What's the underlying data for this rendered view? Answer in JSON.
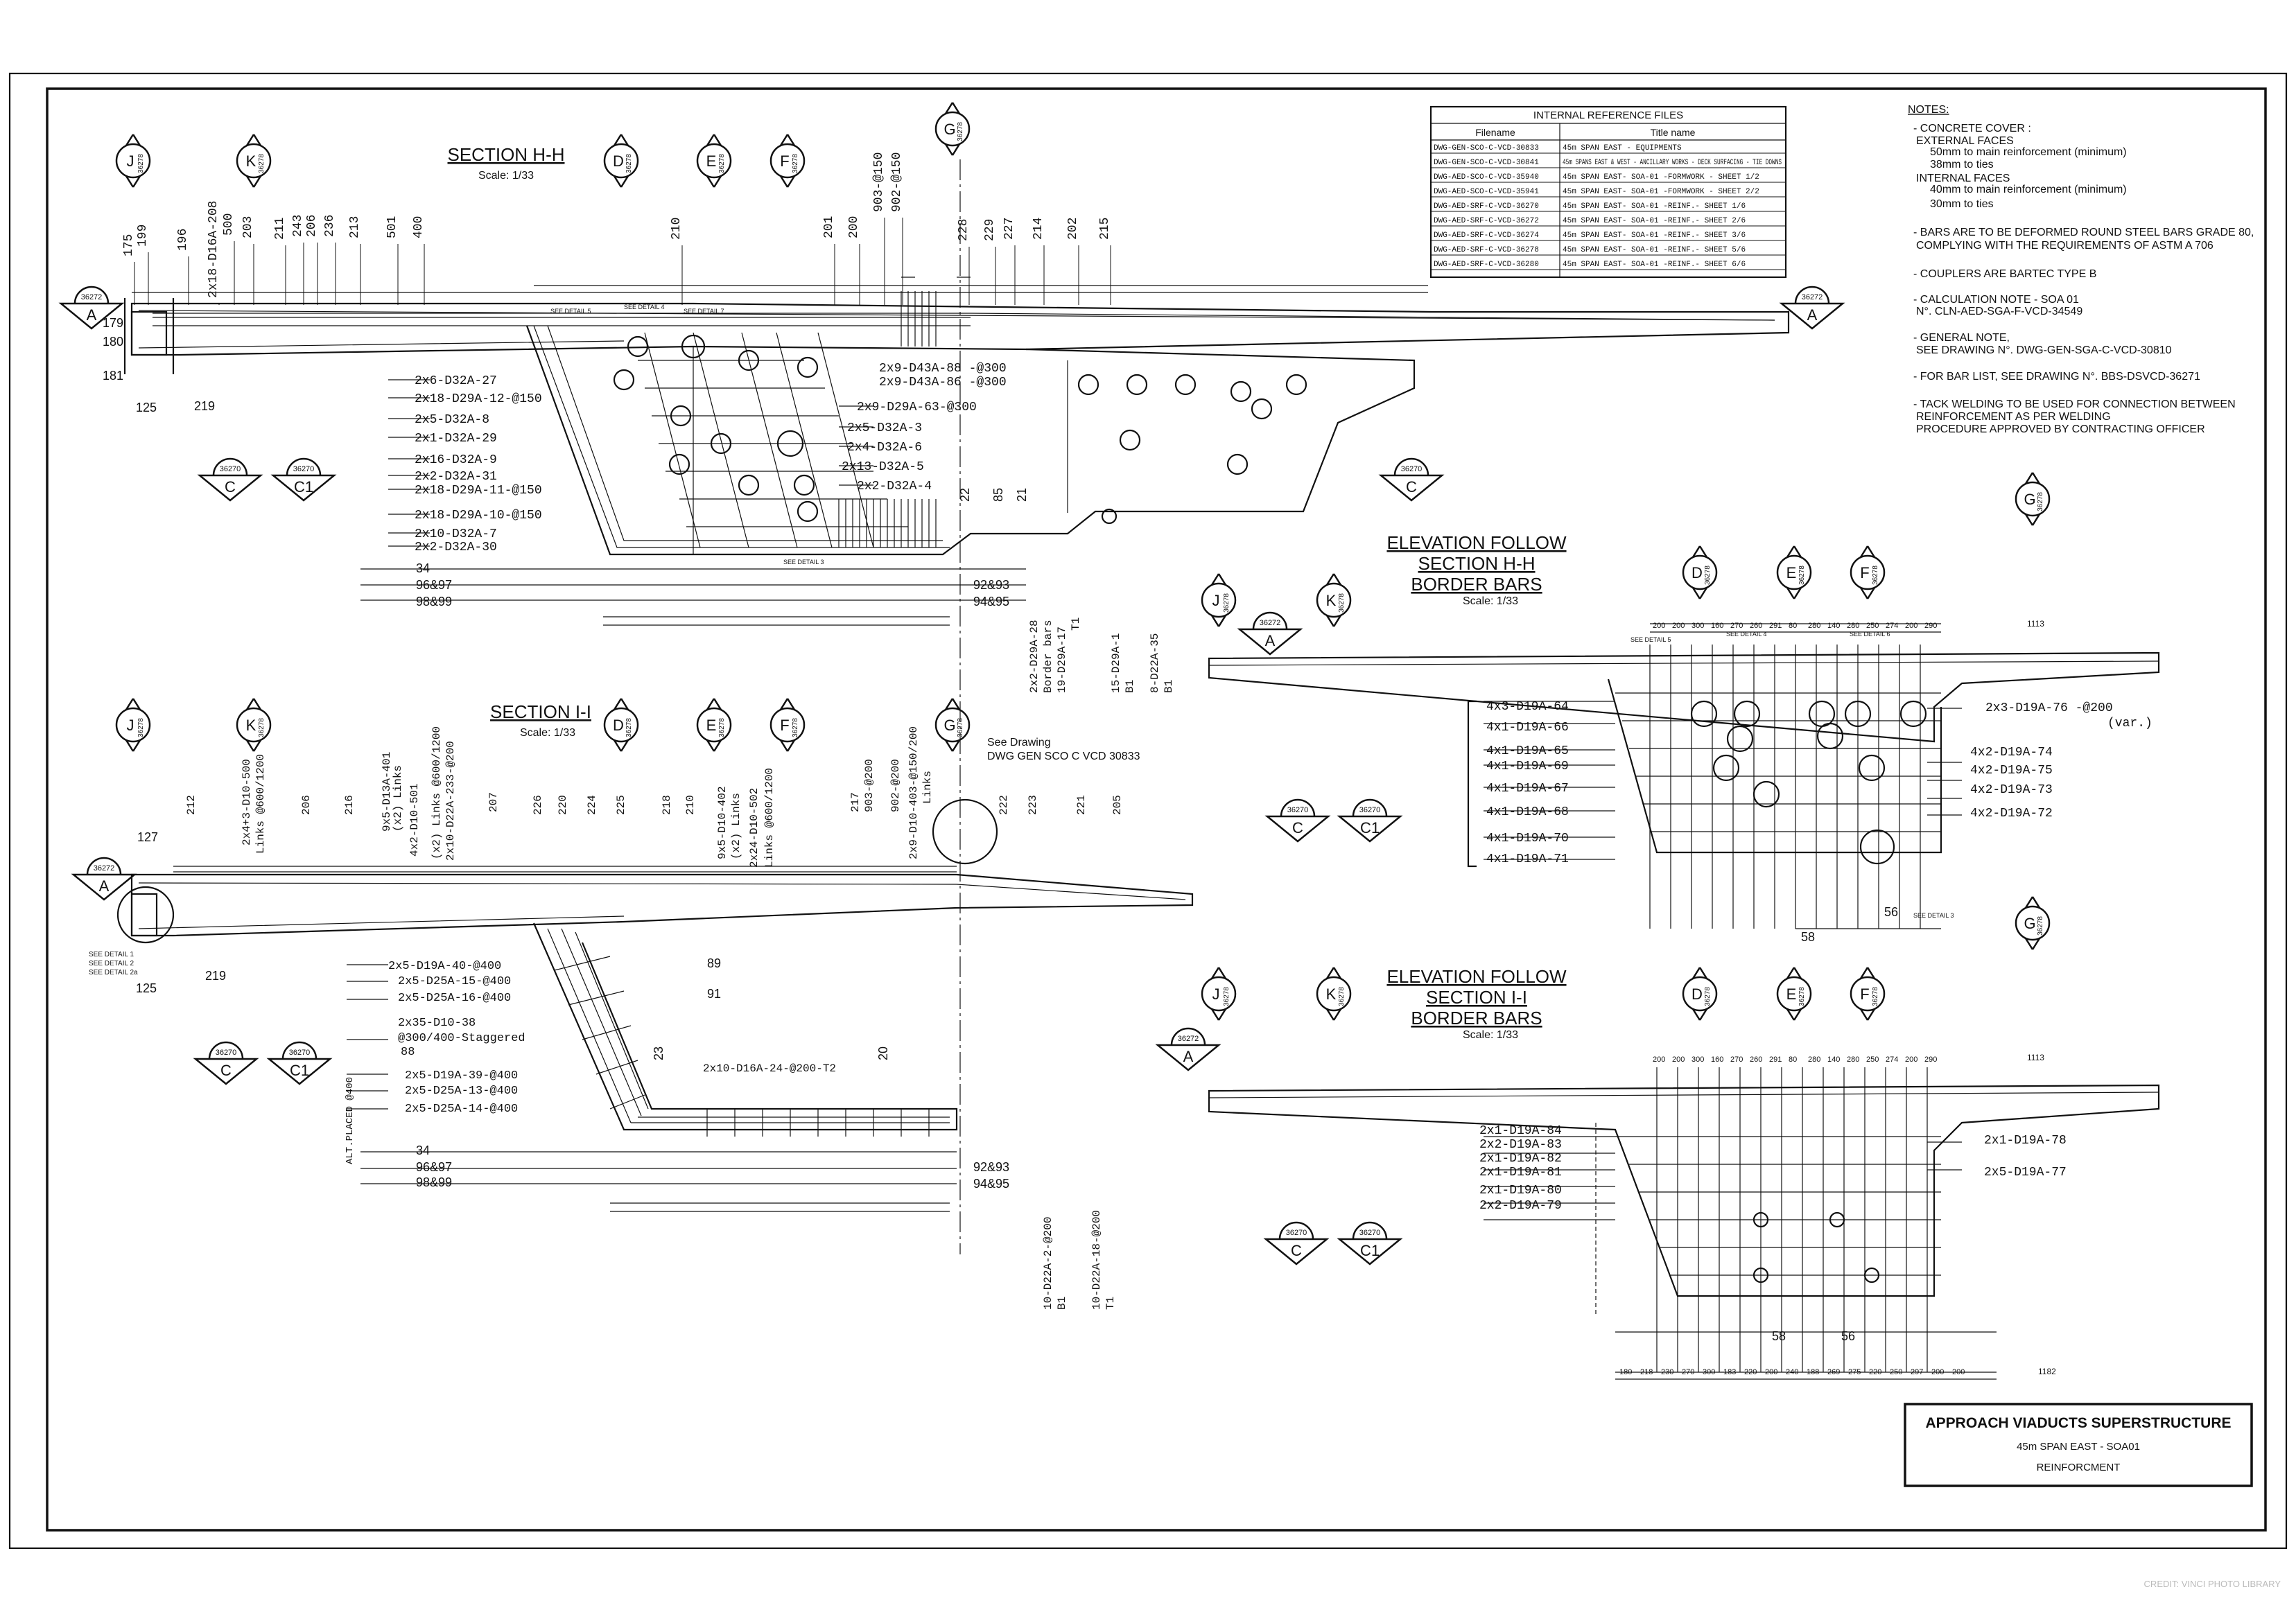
{
  "reference_table": {
    "title": "INTERNAL REFERENCE FILES",
    "headers": [
      "Filename",
      "Title name"
    ],
    "rows": [
      [
        "DWG-GEN-SCO-C-VCD-30833",
        "45m SPAN EAST - EQUIPMENTS"
      ],
      [
        "DWG-GEN-SCO-C-VCD-30841",
        "45m SPANS EAST & WEST - ANCILLARY WORKS - DECK SURFACING - TIE DOWNS"
      ],
      [
        "DWG-AED-SCO-C-VCD-35940",
        "45m SPAN EAST- SOA-01 -FORMWORK - SHEET 1/2"
      ],
      [
        "DWG-AED-SCO-C-VCD-35941",
        "45m SPAN EAST- SOA-01 -FORMWORK - SHEET 2/2"
      ],
      [
        "DWG-AED-SRF-C-VCD-36270",
        "45m SPAN EAST- SOA-01 -REINF.- SHEET 1/6"
      ],
      [
        "DWG-AED-SRF-C-VCD-36272",
        "45m SPAN EAST- SOA-01 -REINF.- SHEET 2/6"
      ],
      [
        "DWG-AED-SRF-C-VCD-36274",
        "45m SPAN EAST- SOA-01 -REINF.- SHEET 3/6"
      ],
      [
        "DWG-AED-SRF-C-VCD-36278",
        "45m SPAN EAST- SOA-01 -REINF.- SHEET 5/6"
      ],
      [
        "DWG-AED-SRF-C-VCD-36280",
        "45m SPAN EAST- SOA-01 -REINF.- SHEET 6/6"
      ]
    ]
  },
  "notes": {
    "heading": "NOTES:",
    "lines": [
      "- CONCRETE COVER :",
      "EXTERNAL FACES",
      "50mm to main reinforcement (minimum)",
      "38mm to ties",
      "INTERNAL FACES",
      "40mm to main reinforcement (minimum)",
      "30mm to ties",
      "- BARS ARE TO BE DEFORMED ROUND STEEL BARS GRADE 80,",
      "COMPLYING WITH THE REQUIREMENTS OF ASTM A 706",
      "- COUPLERS ARE BARTEC TYPE B",
      "- CALCULATION NOTE - SOA 01",
      "N°. CLN-AED-SGA-F-VCD-34549",
      "- GENERAL NOTE,",
      "SEE DRAWING N°. DWG-GEN-SGA-C-VCD-30810",
      "- FOR BAR LIST, SEE DRAWING N°. BBS-DSVCD-36271",
      "- TACK WELDING TO BE USED FOR CONNECTION BETWEEN",
      "REINFORCEMENT AS PER WELDING",
      "PROCEDURE APPROVED BY CONTRACTING OFFICER"
    ]
  },
  "title_block": {
    "title": "APPROACH VIADUCTS SUPERSTRUCTURE",
    "line2": "45m SPAN EAST - SOA01",
    "line3": "REINFORCMENT"
  },
  "credit": "CREDIT: VINCI PHOTO LIBRARY",
  "sections": {
    "hh": {
      "title": "SECTION H-H",
      "scale": "Scale: 1/33"
    },
    "ii": {
      "title": "SECTION I-I",
      "scale": "Scale: 1/33"
    },
    "elev_hh": {
      "line1": "ELEVATION FOLLOW",
      "line2": "SECTION H-H",
      "line3": "BORDER BARS",
      "scale": "Scale: 1/33"
    },
    "elev_ii": {
      "line1": "ELEVATION FOLLOW",
      "line2": "SECTION I-I",
      "line3": "BORDER BARS",
      "scale": "Scale: 1/33"
    }
  },
  "markers": {
    "36272": "36272",
    "36278": "36278",
    "36270": "36270",
    "J": "J",
    "K": "K",
    "D": "D",
    "E": "E",
    "F": "F",
    "G": "G",
    "A": "A",
    "C": "C",
    "C1": "C1"
  },
  "hh_bars_left": [
    "2x6-D32A-27",
    "2x18-D29A-12-@150",
    "2x5-D32A-8",
    "2x1-D32A-29",
    "2x16-D32A-9",
    "2x2-D32A-31",
    "2x18-D29A-11-@150",
    "2x18-D29A-10-@150",
    "2x10-D32A-7",
    "2x2-D32A-30"
  ],
  "hh_bars_right": [
    "2x9-D43A-88 -@300",
    "2x9-D43A-86 -@300",
    "2x9-D29A-63-@300",
    "2x5-D32A-3",
    "2x4-D32A-6",
    "2x13-D32A-5",
    "2x2-D32A-4"
  ],
  "hh_top_numbers": [
    "175",
    "199",
    "196",
    "2x18-D16A-208",
    "500",
    "203",
    "211",
    "243",
    "206",
    "236",
    "213",
    "501",
    "400",
    "210",
    "201",
    "200",
    "903-@150",
    "902-@150",
    "228",
    "229",
    "227",
    "214",
    "202",
    "215"
  ],
  "hh_misc": {
    "n179": "179",
    "n180": "180",
    "n181": "181",
    "n125": "125",
    "n219": "219",
    "n34": "34",
    "n9697": "96&97",
    "n9899": "98&99",
    "n9293": "92&93",
    "n9495": "94&95",
    "n22": "22",
    "n85": "85",
    "n21": "21",
    "v1": "2x2-D29A-28",
    "v2": "Border bars",
    "v3": "19-D29A-17",
    "v3b": "T1",
    "v4": "15-D29A-1",
    "v4b": "B1",
    "v5": "8-D22A-35",
    "v5b": "B1",
    "see5": "SEE DETAIL 5",
    "see4": "SEE DETAIL 4",
    "see7": "SEE DETAIL 7",
    "see3": "SEE DETAIL 3"
  },
  "ii_top_numbers": [
    "212",
    "2x4+3-D10-500",
    "Links @600/1200",
    "206",
    "216",
    "9x5-D13A-401",
    "(x2) Links",
    "4x2-D10-501",
    "(x2) Links @600/1200",
    "2x10-D22A-233-@200",
    "207",
    "226",
    "220",
    "224",
    "225",
    "218",
    "210",
    "9x5-D10-402",
    "(x2) Links",
    "2x24-D10-502",
    "Links @600/1200",
    "217",
    "903-@200",
    "902-@200",
    "2x9-D10-403-@150/200",
    "Links",
    "222",
    "223",
    "221",
    "205"
  ],
  "ii_bars": [
    "2x5-D19A-40-@400",
    "2x5-D25A-15-@400",
    "2x5-D25A-16-@400",
    "2x35-D10-38",
    "@300/400-Staggered",
    "88",
    "2x5-D19A-39-@400",
    "2x5-D25A-13-@400",
    "2x5-D25A-14-@400"
  ],
  "ii_misc": {
    "n127": "127",
    "n125": "125",
    "n219": "219",
    "n89": "89",
    "n91": "91",
    "n23": "23",
    "n20": "20",
    "b24": "2x10-D16A-24-@200-T2",
    "alt": "ALT.PLACED @400",
    "n34": "34",
    "n9697": "96&97",
    "n9899": "98&99",
    "n9293": "92&93",
    "n9495": "94&95",
    "v1": "10-D22A-2-@200",
    "v1b": "B1",
    "v2": "10-D22A-18-@200",
    "v2b": "T1",
    "seedwg1": "See Drawing",
    "seedwg2": "DWG GEN SCO C VCD 30833",
    "det1": "SEE DETAIL 1",
    "det2": "SEE DETAIL 2",
    "det2a": "SEE DETAIL 2a"
  },
  "elev_hh_left": [
    "4x3-D19A-64",
    "4x1-D19A-66",
    "4x1-D19A-65",
    "4x1-D19A-69",
    "4x1-D19A-67",
    "4x1-D19A-68",
    "4x1-D19A-70",
    "4x1-D19A-71"
  ],
  "elev_hh_right": [
    "2x3-D19A-76 -@200",
    "(var.)",
    "4x2-D19A-74",
    "4x2-D19A-75",
    "4x2-D19A-73",
    "4x2-D19A-72"
  ],
  "elev_hh_misc": {
    "n58": "58",
    "n56": "56",
    "n1113": "1113",
    "see3": "SEE DETAIL 3",
    "see5": "SEE DETAIL 5",
    "see6": "SEE DETAIL 6",
    "see4": "SEE DETAIL 4"
  },
  "elev_ii_left": [
    "2x1-D19A-84",
    "2x2-D19A-83",
    "2x1-D19A-82",
    "2x1-D19A-81",
    "2x1-D19A-80",
    "2x2-D19A-79"
  ],
  "elev_ii_right": [
    "2x1-D19A-78",
    "2x5-D19A-77"
  ],
  "elev_ii_misc": {
    "n58": "58",
    "n56": "56",
    "n1113": "1113",
    "n1182": "1182"
  },
  "dims_elev": [
    "200",
    "200",
    "300",
    "160",
    "270",
    "260",
    "291",
    "80",
    "280",
    "140",
    "280",
    "250",
    "274",
    "200",
    "290"
  ],
  "dims_elev_bottom": [
    "180",
    "218",
    "230",
    "270",
    "300",
    "183",
    "220",
    "200",
    "240",
    "188",
    "269",
    "275",
    "220",
    "250",
    "297",
    "200",
    "200"
  ]
}
